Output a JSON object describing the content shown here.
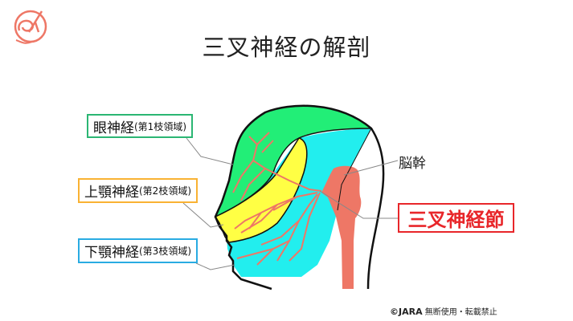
{
  "title": "三叉神経の解剖",
  "labels": {
    "ophthalmic": {
      "main": "眼神経",
      "sub": "(第1枝領域)"
    },
    "maxillary": {
      "main": "上顎神経",
      "sub": "(第2枝領域)"
    },
    "mandibular": {
      "main": "下顎神経",
      "sub": "(第3枝領域)"
    },
    "brainstem": "脳幹",
    "trigeminal_ganglion": "三叉神経節"
  },
  "copyright": {
    "mark": "©JARA",
    "text": "無断使用・転載禁止"
  },
  "colors": {
    "green": "#22ee77",
    "yellow": "#ffff44",
    "cyan": "#22eeee",
    "nerve": "#ee7766",
    "accent": "#e8262a",
    "logo": "#ee7766"
  }
}
